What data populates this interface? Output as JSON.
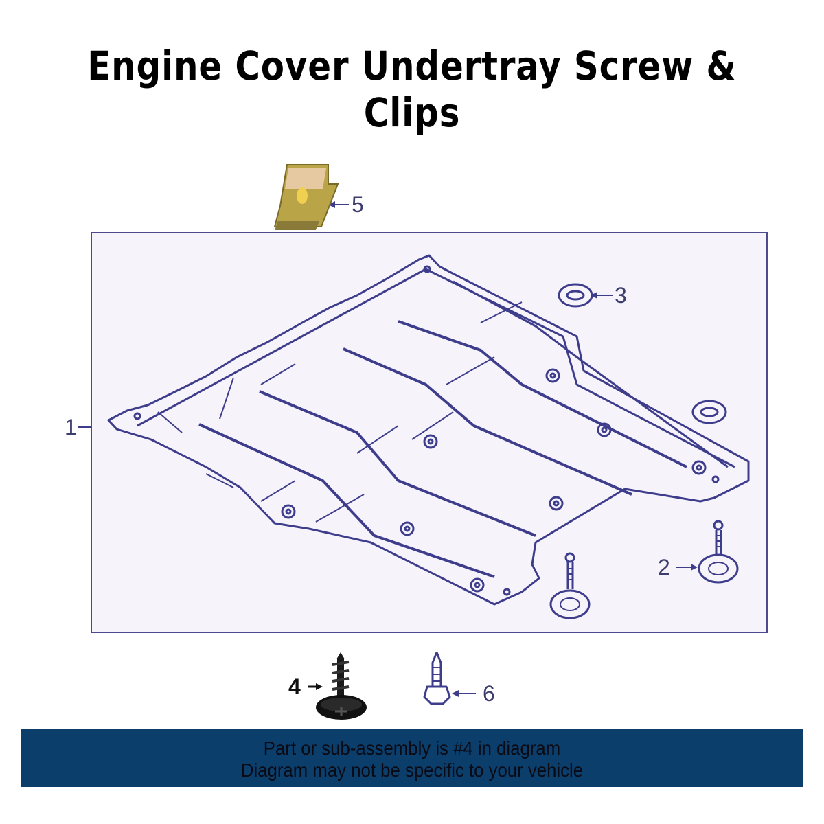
{
  "title": "Engine Cover Undertray Screw & Clips",
  "diagram": {
    "callouts": [
      {
        "number": "1",
        "part": "undertray panel"
      },
      {
        "number": "2",
        "part": "screw"
      },
      {
        "number": "3",
        "part": "grommet"
      },
      {
        "number": "4",
        "part": "black washer-head screw"
      },
      {
        "number": "5",
        "part": "spring clip nut"
      },
      {
        "number": "6",
        "part": "tapping screw"
      }
    ],
    "line_color": "#3d3d8c",
    "frame_bg": "#f6f3fb"
  },
  "banner": {
    "line1": "Part or sub-assembly is #4 in diagram",
    "line2": "Diagram may not be specific to your vehicle",
    "bg_color": "#0b3e6b"
  }
}
